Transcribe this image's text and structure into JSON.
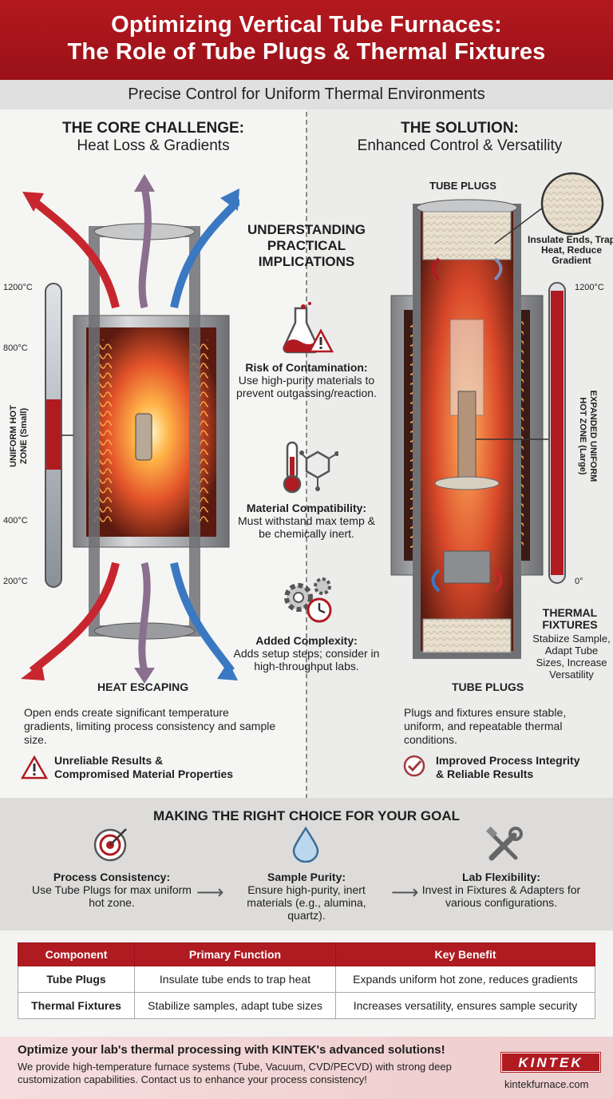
{
  "header": {
    "title_line1": "Optimizing Vertical Tube Furnaces:",
    "title_line2": "The Role of Tube Plugs & Thermal Fixtures",
    "subtitle": "Precise Control for Uniform Thermal Environments"
  },
  "left": {
    "title_line1": "THE CORE CHALLENGE:",
    "title_line2": "Heat Loss & Gradients",
    "temps": [
      "1200°C",
      "800°C",
      "400°C",
      "200°C"
    ],
    "zone_label_line1": "UNIFORM HOT",
    "zone_label_line2": "ZONE (Small)",
    "heat_label": "HEAT ESCAPING",
    "description": "Open ends create significant temperature gradients, limiting process consistency and sample size.",
    "warning_line1": "Unreliable Results &",
    "warning_line2": "Compromised Material Properties"
  },
  "middle": {
    "title_line1": "UNDERSTANDING",
    "title_line2": "PRACTICAL",
    "title_line3": "IMPLICATIONS",
    "items": [
      {
        "title": "Risk of Contamination:",
        "text": "Use high-purity materials to prevent outgassing/reaction.",
        "icon": "flask-warning-icon"
      },
      {
        "title": "Material Compatibility:",
        "text": "Must withstand max temp & be chemically inert.",
        "icon": "thermometer-molecule-icon"
      },
      {
        "title": "Added Complexity:",
        "text": "Adds setup steps; consider in high-throughput labs.",
        "icon": "gears-clock-icon"
      }
    ]
  },
  "right": {
    "title_line1": "THE SOLUTION:",
    "title_line2": "Enhanced Control & Versatility",
    "tube_plugs_top": "TUBE PLUGS",
    "plug_callout": "Insulate Ends, Trap Heat, Reduce Gradient",
    "temp_top": "1200°C",
    "temp_bottom": "0°",
    "zone_label_line1": "EXPANDED UNIFORM",
    "zone_label_line2": "HOT ZONE (Large)",
    "fixtures_title_line1": "THERMAL",
    "fixtures_title_line2": "FIXTURES",
    "fixtures_text": "Stabiize Sample, Adapt Tube Sizes, Increase Versatility",
    "tube_plugs_bottom": "TUBE PLUGS",
    "description": "Plugs and fixtures ensure stable, uniform, and repeatable thermal conditions.",
    "result_line1": "Improved Process Integrity",
    "result_line2": "& Reliable Results"
  },
  "choice": {
    "title": "MAKING THE RIGHT CHOICE FOR YOUR GOAL",
    "items": [
      {
        "title": "Process Consistency:",
        "text": "Use Tube Plugs for max uniform hot zone.",
        "icon": "target-icon"
      },
      {
        "title": "Sample Purity:",
        "text": "Ensure high-purity, inert materials (e.g., alumina, quartz).",
        "icon": "droplet-icon"
      },
      {
        "title": "Lab Flexibility:",
        "text": "Invest in Fixtures & Adapters for various configurations.",
        "icon": "tools-icon"
      }
    ]
  },
  "table": {
    "headers": [
      "Component",
      "Primary Function",
      "Key Benefit"
    ],
    "rows": [
      [
        "Tube Plugs",
        "Insulate tube ends to trap heat",
        "Expands uniform hot zone, reduces gradients"
      ],
      [
        "Thermal Fixtures",
        "Stabilize samples, adapt tube sizes",
        "Increases versatility, ensures sample security"
      ]
    ]
  },
  "footer": {
    "headline": "Optimize your lab's thermal processing with KINTEK's advanced solutions!",
    "text": "We provide high-temperature furnace systems (Tube, Vacuum, CVD/PECVD) with strong deep customization capabilities. Contact us to enhance your process consistency!",
    "logo": "KINTEK",
    "site": "kintekfurnace.com"
  },
  "colors": {
    "brand_red": "#b01b22",
    "heat_orange": "#f07a2a",
    "cool_blue": "#3a78c2"
  }
}
